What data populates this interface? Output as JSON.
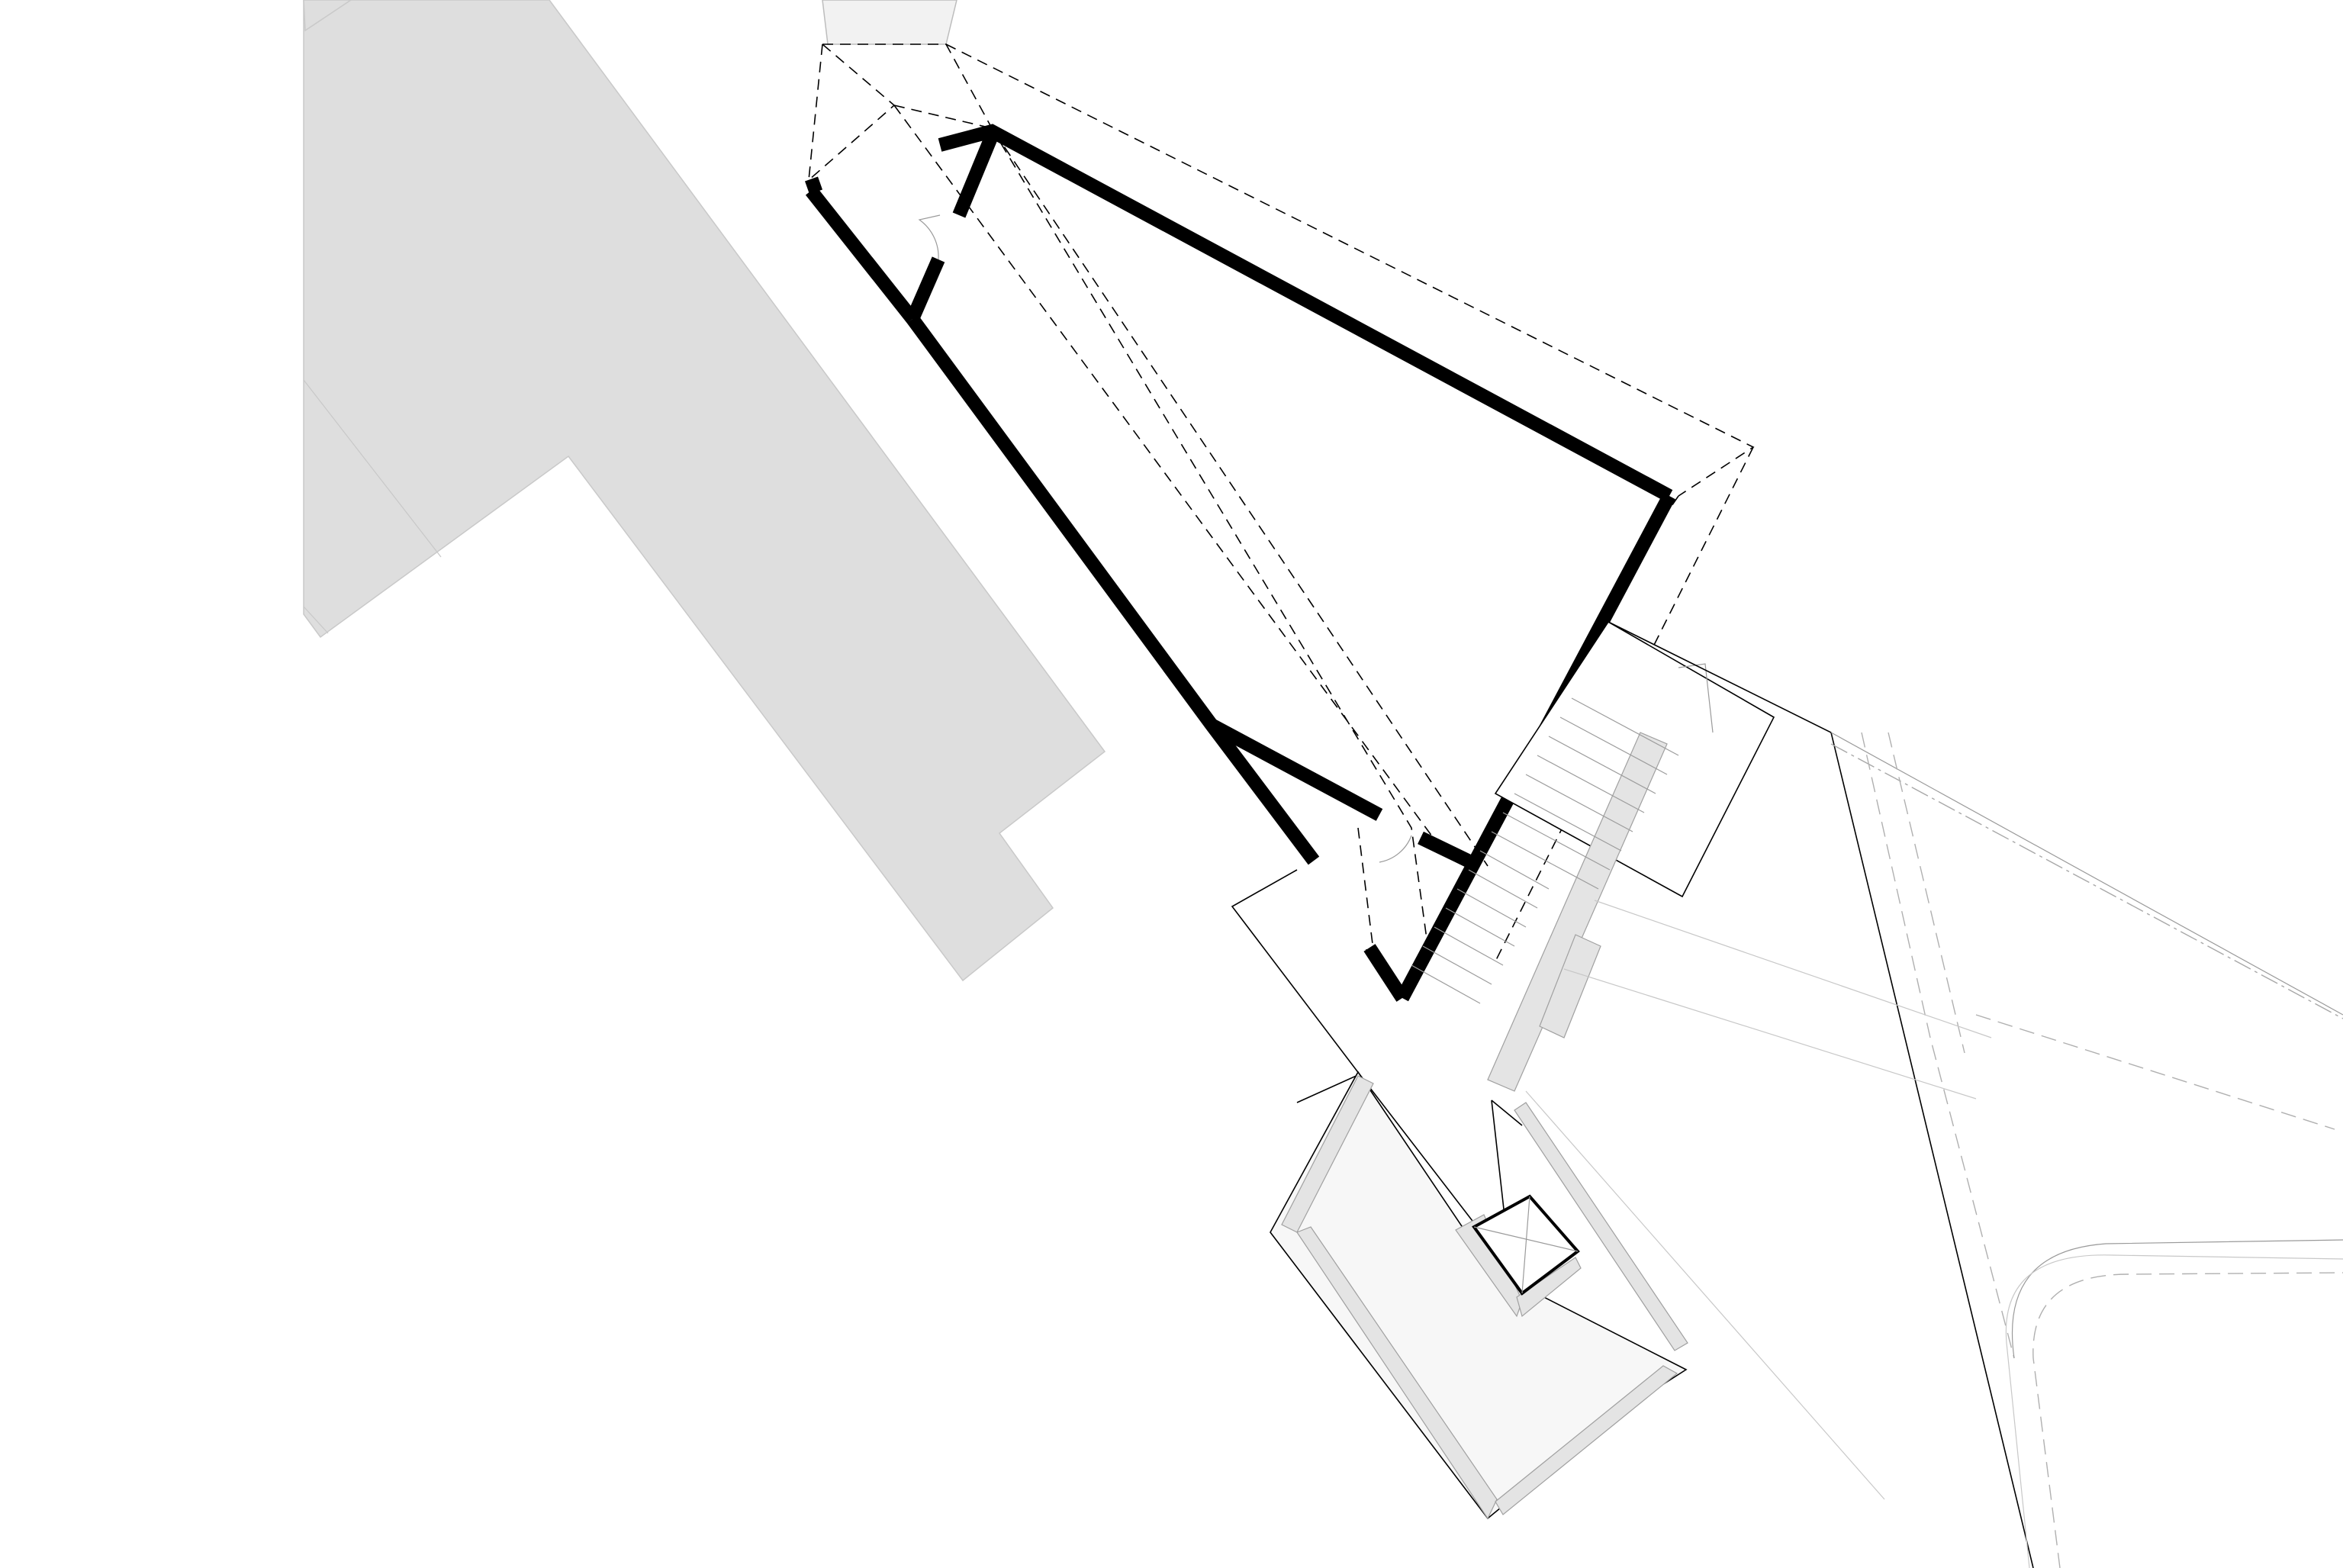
{
  "drawing": {
    "type": "architectural site / floor plan",
    "style": "black and white line drawing",
    "colors": {
      "wall": "#000000",
      "neighbour_building_fill": "#dedede",
      "background": "#ffffff",
      "hatch": "#e4e4e4"
    },
    "elements": [
      "neighbouring-building",
      "triangular-main-hall",
      "roof-outline-dashed",
      "entrance-ramp",
      "stair-landing",
      "lower-terrace",
      "lift-shaft",
      "site-boundary",
      "road-edge"
    ]
  }
}
